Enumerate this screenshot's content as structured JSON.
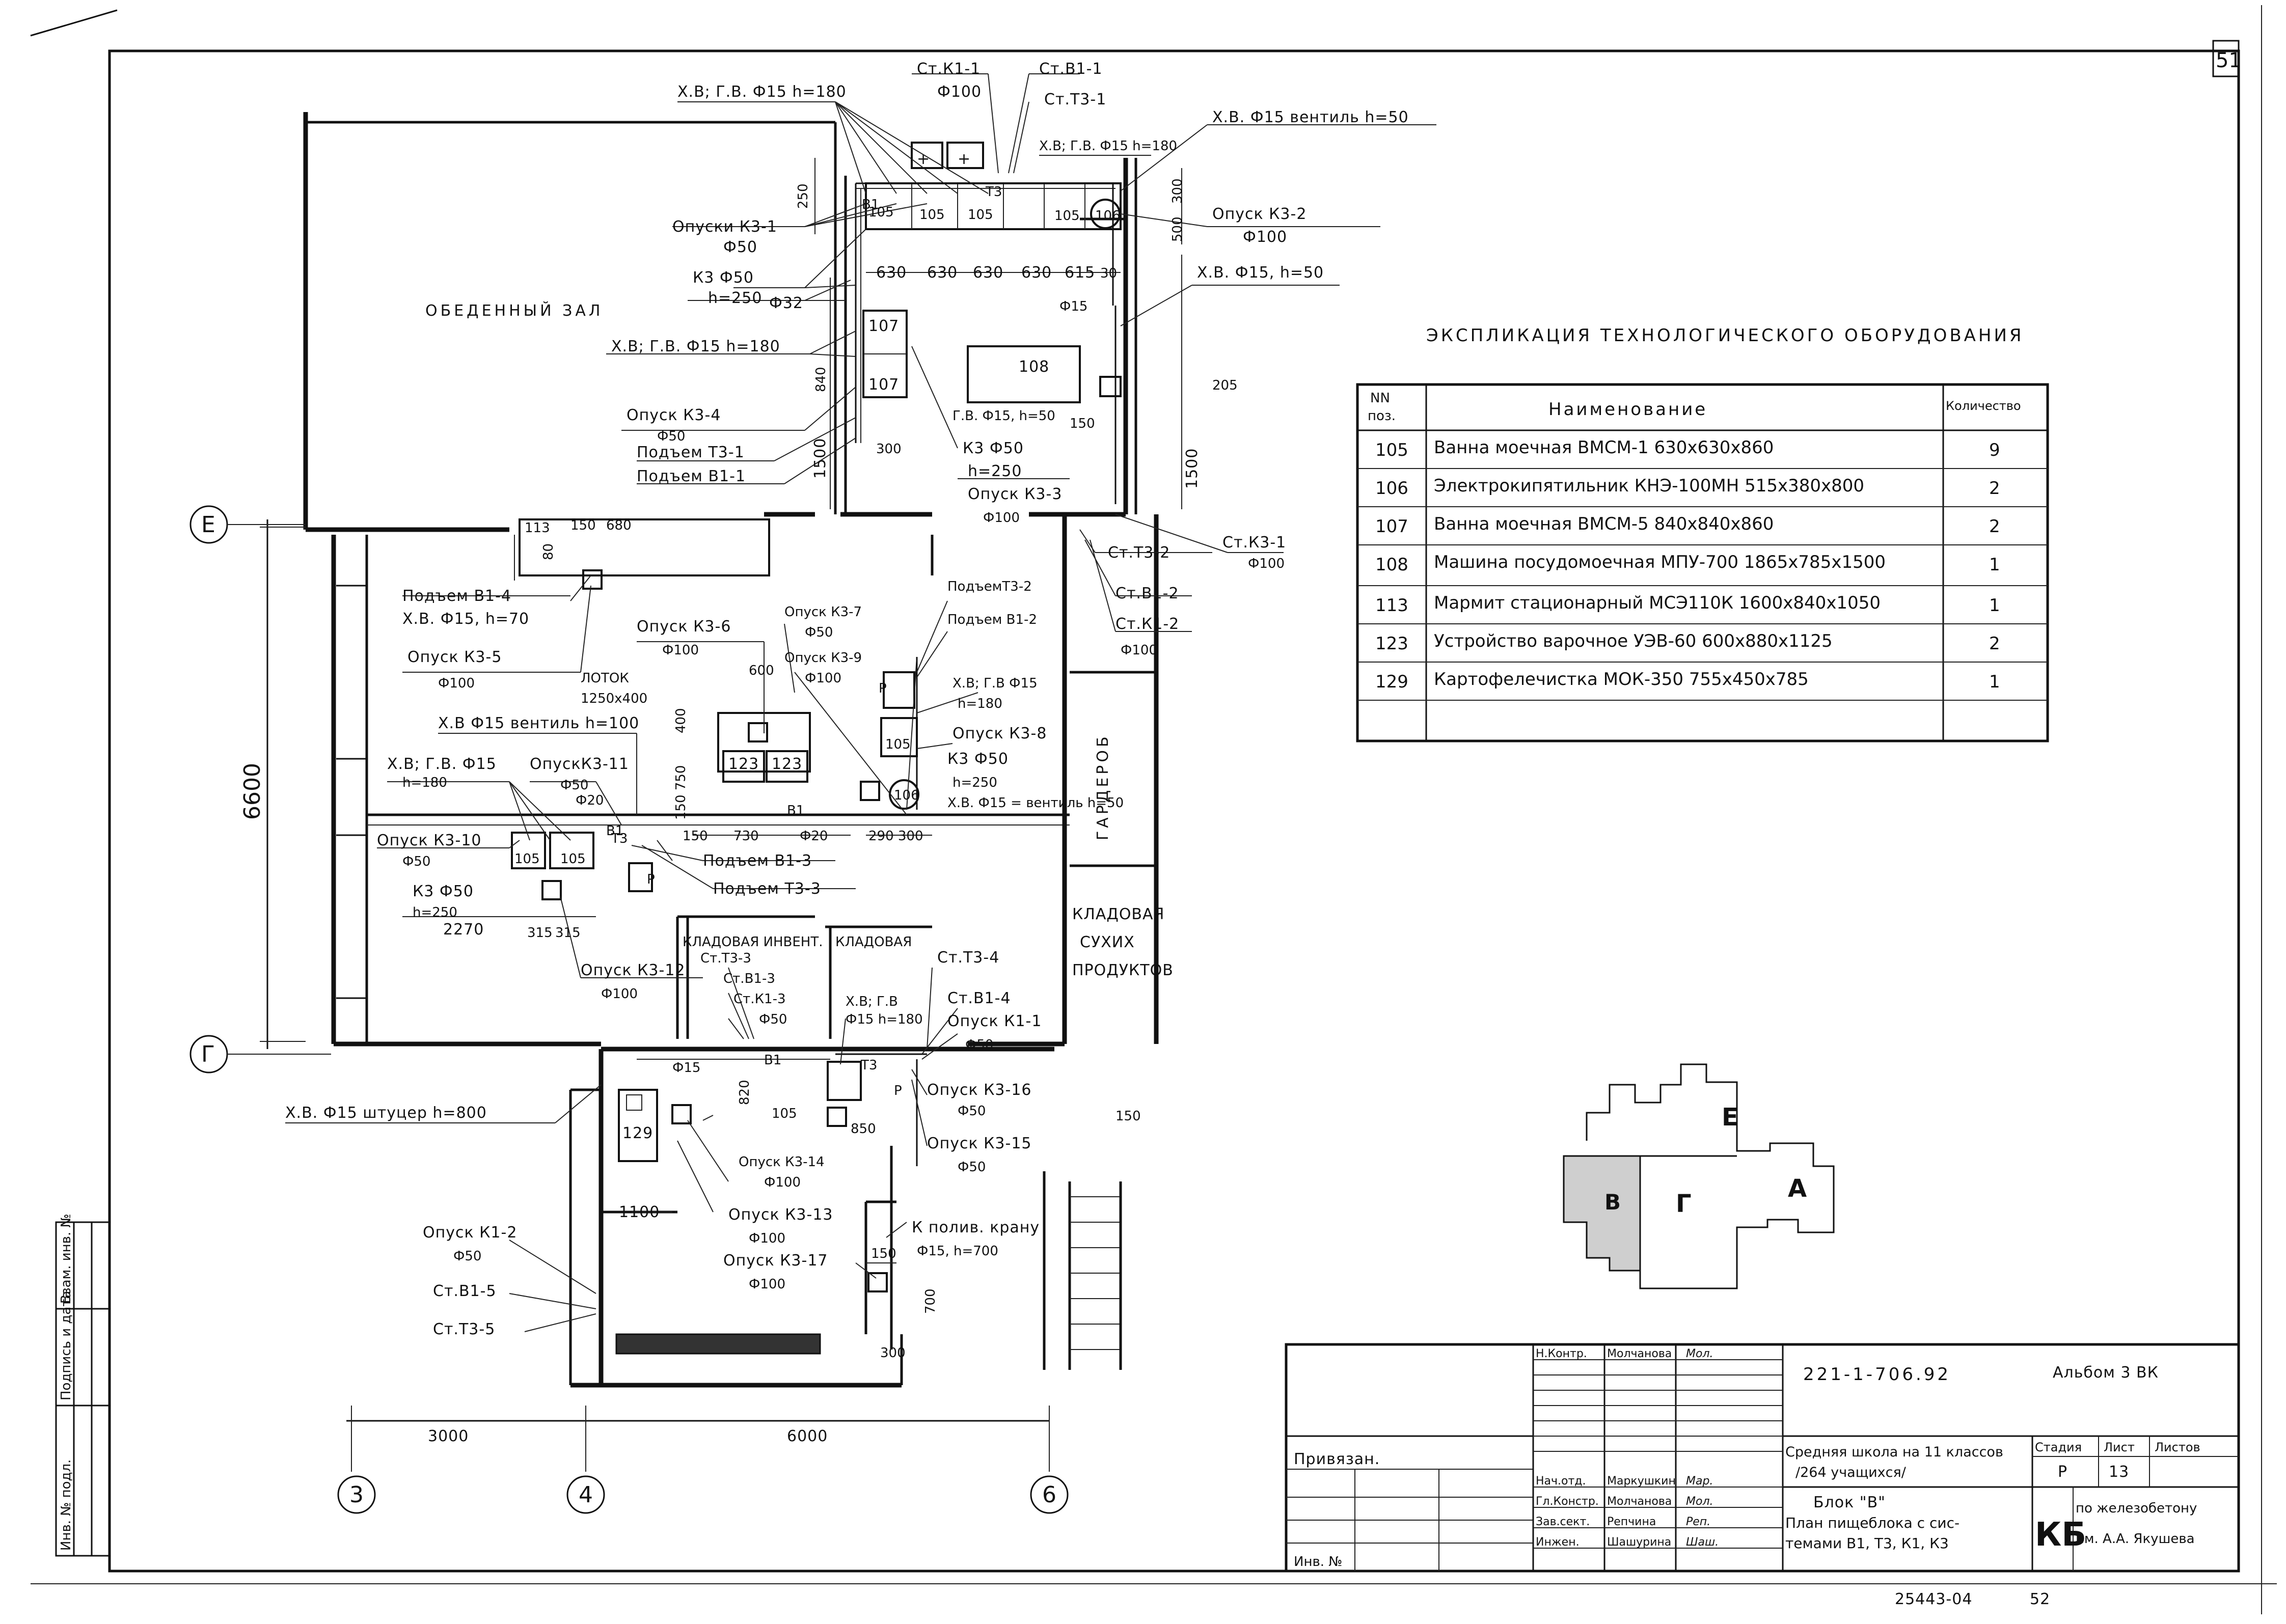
{
  "sheet_number": "51",
  "hall_label": "ОБЕДЕННЫЙ ЗАЛ",
  "room_labels": {
    "wardrobe": "ГАРДЕРОБ",
    "dry_storage_1": "КЛАДОВАЯ",
    "dry_storage_2": "СУХИХ",
    "dry_storage_3": "ПРОДУКТОВ",
    "storage_inventory": "КЛАДОВАЯ ИНВЕНТ.",
    "storage": "КЛАДОВАЯ",
    "tray": "ЛОТОК",
    "tray_size": "1250х400"
  },
  "axes": {
    "E": "Е",
    "G": "Г",
    "a3": "3",
    "a4": "4",
    "a6": "6"
  },
  "dimensions": {
    "d6600": "6600",
    "d3000": "3000",
    "d6000": "6000",
    "d1500a": "1500",
    "d1500b": "1500",
    "d840": "840",
    "d300": "300",
    "d250": "250",
    "d300b": "300",
    "d500": "500",
    "d205": "205",
    "d630a": "630",
    "d630b": "630",
    "d630c": "630",
    "d630d": "630",
    "d615": "615",
    "d30": "30",
    "d150": "150",
    "d150b": "150",
    "d680": "680",
    "d80": "80",
    "d600": "600",
    "d400": "400",
    "d150_750": "150 750",
    "d150c": "150",
    "d730": "730",
    "d290_300": "290 300",
    "d2270": "2270",
    "d315a": "315",
    "d315b": "315",
    "d820": "820",
    "d850": "850",
    "d1100": "1100",
    "d150d": "150",
    "d700": "700",
    "d300c": "300",
    "d150e": "150"
  },
  "equipment_tags": {
    "e105a": "105",
    "e105b": "105",
    "e105c": "105",
    "e105d": "105",
    "e106": "106",
    "e106b": "106",
    "e107a": "107",
    "e107b": "107",
    "e108": "108",
    "e113": "113",
    "e123a": "123",
    "e123b": "123",
    "e105e": "105",
    "e105f": "105",
    "e105g": "105",
    "e129": "129",
    "e105h": "105"
  },
  "pipe_labels": {
    "p01": "Х.В; Г.В. Ф15 h=180",
    "p02": "Ст.К1-1",
    "p03": "Ф100",
    "p04": "Ст.В1-1",
    "p05": "Ст.Т3-1",
    "p06": "Х.В; Г.В. Ф15 h=180",
    "p07": "Х.В. Ф15 вентиль h=50",
    "p08": "Опуск К3-2",
    "p09": "Ф100",
    "p10": "Х.В. Ф15, h=50",
    "p11": "Опуски К3-1",
    "p12": "Ф50",
    "p13": "К3 Ф50",
    "p14": "h=250",
    "p15": "Ф32",
    "p16": "Ф15",
    "p17": "Х.В; Г.В. Ф15 h=180",
    "p18": "Опуск К3-4",
    "p19": "Ф50",
    "p20": "Подъем Т3-1",
    "p21": "Подъем В1-1",
    "p22": "Г.В. Ф15, h=50",
    "p23": "К3 Ф50",
    "p24": "h=250",
    "p25": "Опуск К3-3",
    "p26": "Ф100",
    "p27": "Ст.Т3-2",
    "p28": "Ст.К3-1",
    "p29": "Ф100",
    "p30": "Ст.В1-2",
    "p31": "Ст.К1-2",
    "p32": "Ф100",
    "p33": "Подъем В1-4",
    "p34": "Х.В. Ф15, h=70",
    "p35": "Опуск К3-5",
    "p36": "Ф100",
    "p37": "Опуск К3-6",
    "p38": "Ф100",
    "p39": "Опуск К3-7",
    "p40": "Ф50",
    "p41": "Опуск К3-9",
    "p42": "Ф100",
    "p43": "ПодъемТ3-2",
    "p44": "Подъем В1-2",
    "p45": "Х.В; Г.В Ф15",
    "p46": "h=180",
    "p47": "Опуск К3-8",
    "p48": "К3 Ф50",
    "p49": "h=250",
    "p50": "Х.В. Ф15 = вентиль h=50",
    "p51": "Х.В Ф15 вентиль h=100",
    "p52": "Х.В; Г.В. Ф15",
    "p53": "h=180",
    "p54": "ОпускК3-11",
    "p55": "Ф50",
    "p56": "Ф20",
    "p57": "Ф20",
    "p58": "Опуск К3-10",
    "p59": "Ф50",
    "p60": "К3 Ф50",
    "p61": "h=250",
    "p62": "Подъем В1-3",
    "p63": "Подъем Т3-3",
    "p64": "Опуск К3-12",
    "p65": "Ф100",
    "p66": "Ст.Т3-3",
    "p67": "Ст.В1-3",
    "p68": "Ст.К1-3",
    "p69": "Ф50",
    "p70": "Ст.Т3-4",
    "p71": "Х.В; Г.В",
    "p72": "Ф15 h=180",
    "p73": "Ст.В1-4",
    "p74": "Опуск К1-1",
    "p75": "Ф50",
    "p76": "Ф15",
    "p77": "Опуск К3-16",
    "p78": "Ф50",
    "p79": "Опуск К3-15",
    "p80": "Ф50",
    "p81": "Х.В. Ф15 штуцер h=800",
    "p82": "Опуск К3-14",
    "p83": "Ф100",
    "p84": "Опуск К3-13",
    "p85": "Ф100",
    "p86": "К полив. крану",
    "p87": "Ф15, h=700",
    "p88": "Опуск К3-17",
    "p89": "Ф100",
    "p90": "Опуск К1-2",
    "p91": "Ф50",
    "p92": "Ст.В1-5",
    "p93": "Ст.Т3-5",
    "p94": "В1",
    "p95": "Т3",
    "p96": "В1",
    "p97": "Т3",
    "p98": "Р",
    "p99": "Р",
    "p100": "Р",
    "p101": "В1",
    "p102": "Т3",
    "p103": "В1"
  },
  "explication": {
    "title": "ЭКСПЛИКАЦИЯ ТЕХНОЛОГИЧЕСКОГО ОБОРУДОВАНИЯ",
    "col_pos_1": "NN",
    "col_pos_2": "поз.",
    "col_name": "Наименование",
    "col_qty": "Количество",
    "rows": [
      {
        "pos": "105",
        "name": "Ванна моечная ВМСМ-1 630х630х860",
        "qty": "9"
      },
      {
        "pos": "106",
        "name": "Электрокипятильник КНЭ-100МН 515х380х800",
        "qty": "2"
      },
      {
        "pos": "107",
        "name": "Ванна моечная ВМСМ-5 840х840х860",
        "qty": "2"
      },
      {
        "pos": "108",
        "name": "Машина посудомоечная МПУ-700 1865х785х1500",
        "qty": "1"
      },
      {
        "pos": "113",
        "name": "Мармит стационарный МСЭ110К 1600х840х1050",
        "qty": "1"
      },
      {
        "pos": "123",
        "name": "Устройство варочное УЭВ-60 600х880х1125",
        "qty": "2"
      },
      {
        "pos": "129",
        "name": "Картофелечистка МОК-350 755х450х785",
        "qty": "1"
      }
    ]
  },
  "key_plan": {
    "E": "Е",
    "G": "Г",
    "A": "А",
    "B": "В"
  },
  "title_block": {
    "project_code": "221-1-706.92",
    "album": "Альбом 3 ВК",
    "project_name_1": "Средняя школа на 11 классов",
    "project_name_2": "/264 учащихся/",
    "sheet_title_1": "Блок \"В\"",
    "sheet_title_2": "План пищеблока с сис-",
    "sheet_title_3": "темами В1, Т3, К1, К3",
    "stage_h": "Стадия",
    "sheet_h": "Лист",
    "sheets_h": "Листов",
    "stage": "Р",
    "sheet": "13",
    "org_logo": "КБ",
    "org_1": "по железобетону",
    "org_2": "им. А.А. Якушева",
    "bound": "Привязан.",
    "inv_no": "Инв. №",
    "roles": [
      {
        "role": "Н.Контр.",
        "name": "Молчанова",
        "sig": "Мол."
      },
      {
        "role": "Нач.отд.",
        "name": "Маркушкин",
        "sig": "Мар."
      },
      {
        "role": "Гл.Констр.",
        "name": "Молчанова",
        "sig": "Мол."
      },
      {
        "role": "Зав.сект.",
        "name": "Репчина",
        "sig": "Реп."
      },
      {
        "role": "Инжен.",
        "name": "Шашурина",
        "sig": "Шаш."
      }
    ],
    "left_strip_1": "Инв. № подл.",
    "left_strip_2": "Подпись и дата",
    "left_strip_3": "Взам. инв. №",
    "bottom_code": "25443-04",
    "bottom_page": "52"
  }
}
